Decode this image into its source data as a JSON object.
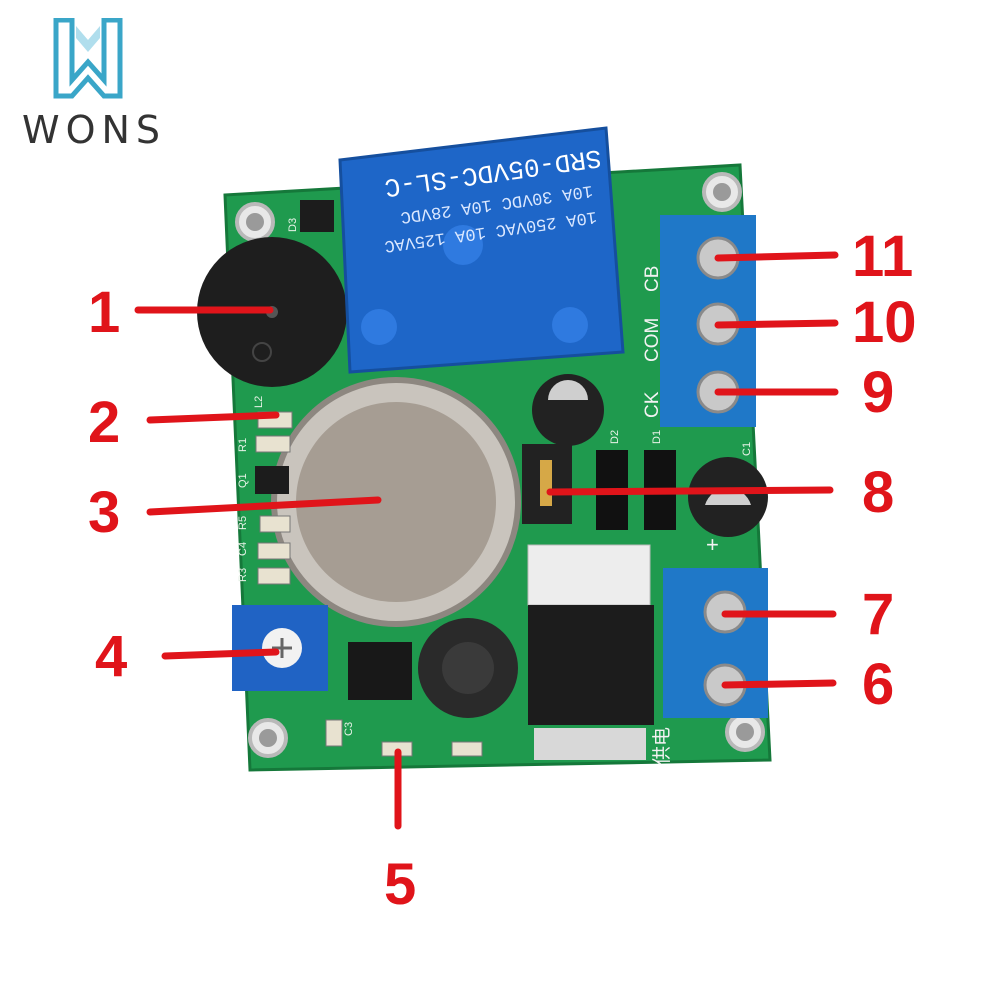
{
  "logo": {
    "brand": "WONS"
  },
  "relay": {
    "model": "SRD-05VDC-SL-C",
    "rating1": "10A 250VAC 10A 125VAC",
    "rating2": "10A 30VDC 10A 28VDC"
  },
  "silkscreen": {
    "terminal_labels": [
      "CB",
      "COM",
      "CK"
    ],
    "power_label": "供电",
    "ref_d3": "D3",
    "ref_l2": "L2",
    "ref_r1": "R1",
    "ref_q1": "Q1",
    "ref_r5": "R5",
    "ref_c4": "C4",
    "ref_r3": "R3",
    "ref_c3": "C3",
    "ref_d2": "D2",
    "ref_d1": "D1",
    "ref_c1": "C1",
    "plus": "+"
  },
  "callouts": [
    {
      "label": "1"
    },
    {
      "label": "2"
    },
    {
      "label": "3"
    },
    {
      "label": "4"
    },
    {
      "label": "5"
    },
    {
      "label": "6"
    },
    {
      "label": "7"
    },
    {
      "label": "8"
    },
    {
      "label": "9"
    },
    {
      "label": "10"
    },
    {
      "label": "11"
    }
  ],
  "colors": {
    "pcb": "#1f9a4e",
    "relay": "#1e66c8",
    "terminal": "#1f78c8",
    "callout": "#e0141a",
    "logo": "#3aa6c8"
  }
}
